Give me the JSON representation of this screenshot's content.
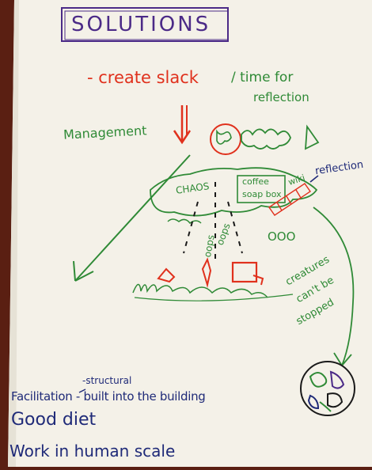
{
  "title": "SOLUTIONS",
  "ideas": {
    "create_slack": "- create slack",
    "time_line1": "/ time for",
    "time_line2": "reflection",
    "management": "Management",
    "chaos": "CHAOS",
    "coffee_line1": "coffee",
    "coffee_line2": "soap box",
    "wiki": "wiki",
    "reflection": "reflection",
    "creatures_line1": "creatures",
    "creatures_line2": "can't be",
    "creatures_line3": "stopped",
    "oops1": "oops",
    "oops2": "oops",
    "ooo": "OOO"
  },
  "list": {
    "structural": "-structural",
    "facilitation": "Facilitation - built into the building",
    "good_diet": "Good diet",
    "work_scale": "Work in human scale"
  },
  "colors": {
    "paper": "#f4f1e8",
    "red_marker": "#e0311d",
    "green_marker": "#2f8a36",
    "blue_marker": "#1f2a78",
    "purple_marker": "#4b2a87",
    "black_marker": "#1a1a1a"
  }
}
